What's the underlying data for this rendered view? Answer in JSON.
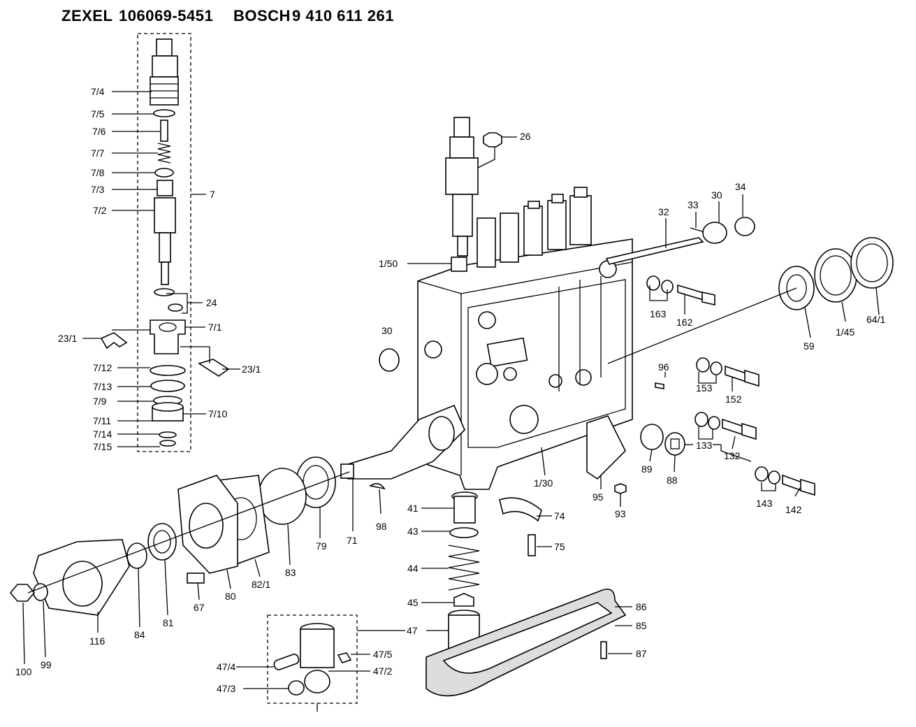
{
  "header": {
    "brand1": "ZEXEL",
    "number1": "106069-5451",
    "brand2": "BOSCH",
    "number2": "9 410 611 261"
  },
  "labels": {
    "l7_4": "7/4",
    "l7_5": "7/5",
    "l7_6": "7/6",
    "l7_7": "7/7",
    "l7_8": "7/8",
    "l7_3": "7/3",
    "l7_2": "7/2",
    "l7": "7",
    "l24": "24",
    "l7_1": "7/1",
    "l23_1a": "23/1",
    "l23_1b": "23/1",
    "l7_12": "7/12",
    "l7_13": "7/13",
    "l7_9": "7/9",
    "l7_11": "7/11",
    "l7_10": "7/10",
    "l7_14": "7/14",
    "l7_15": "7/15",
    "l26": "26",
    "l33": "33",
    "l30a": "30",
    "l34": "34",
    "l32": "32",
    "l1_50": "1/50",
    "l30b": "30",
    "l163": "163",
    "l162": "162",
    "l59": "59",
    "l1_45": "1/45",
    "l64_1": "64/1",
    "l96": "96",
    "l153": "153",
    "l152": "152",
    "l133": "133",
    "l132": "132",
    "l89": "89",
    "l88": "88",
    "l1_30": "1/30",
    "l95": "95",
    "l93": "93",
    "l143": "143",
    "l142": "142",
    "l71": "71",
    "l98": "98",
    "l41": "41",
    "l74": "74",
    "l43": "43",
    "l75": "75",
    "l44": "44",
    "l45": "45",
    "l47": "47",
    "l86": "86",
    "l85": "85",
    "l87": "87",
    "l47_5": "47/5",
    "l47_4": "47/4",
    "l47_2": "47/2",
    "l47_3": "47/3",
    "l79": "79",
    "l83": "83",
    "l82_1": "82/1",
    "l80": "80",
    "l67": "67",
    "l81": "81",
    "l84": "84",
    "l116": "116",
    "l99": "99",
    "l100": "100"
  }
}
